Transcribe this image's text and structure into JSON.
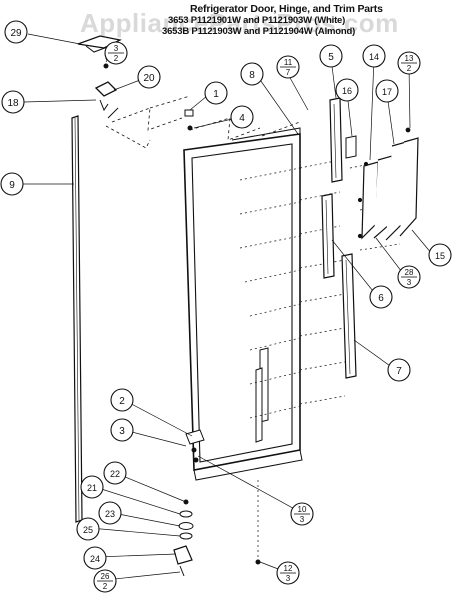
{
  "watermark": "AppliancePartsPros.com",
  "title": {
    "line1": "Refrigerator Door, Hinge, and Trim Parts",
    "line2": "3653 P1121901W and P1121903W (White)",
    "line3": "3653B P1121903W and P1121904W (Almond)"
  },
  "callouts": {
    "c29": "29",
    "c3_top_num": "3",
    "c3_top_den": "2",
    "c20": "20",
    "c18": "18",
    "c1": "1",
    "c4": "4",
    "c8": "8",
    "c11_num": "11",
    "c11_den": "7",
    "c5": "5",
    "c16": "16",
    "c14": "14",
    "c17": "17",
    "c13_num": "13",
    "c13_den": "2",
    "c9": "9",
    "c15": "15",
    "c28_num": "28",
    "c28_den": "3",
    "c6": "6",
    "c7": "7",
    "c2": "2",
    "c3": "3",
    "c22": "22",
    "c21": "21",
    "c23": "23",
    "c25": "25",
    "c24": "24",
    "c26_num": "26",
    "c26_den": "2",
    "c10_num": "10",
    "c10_den": "3",
    "c12_num": "12",
    "c12_den": "3"
  }
}
